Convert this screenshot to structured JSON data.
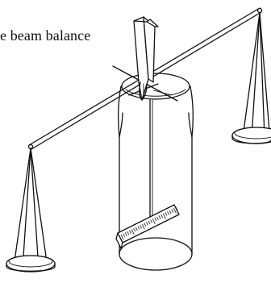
{
  "caption": "e beam balance",
  "colors": {
    "ink": "#111111",
    "paper": "#ffffff"
  },
  "parts": [
    "jar",
    "clothes-peg",
    "beam",
    "pointer",
    "ruler",
    "left-pan",
    "right-pan",
    "cross-pins"
  ]
}
